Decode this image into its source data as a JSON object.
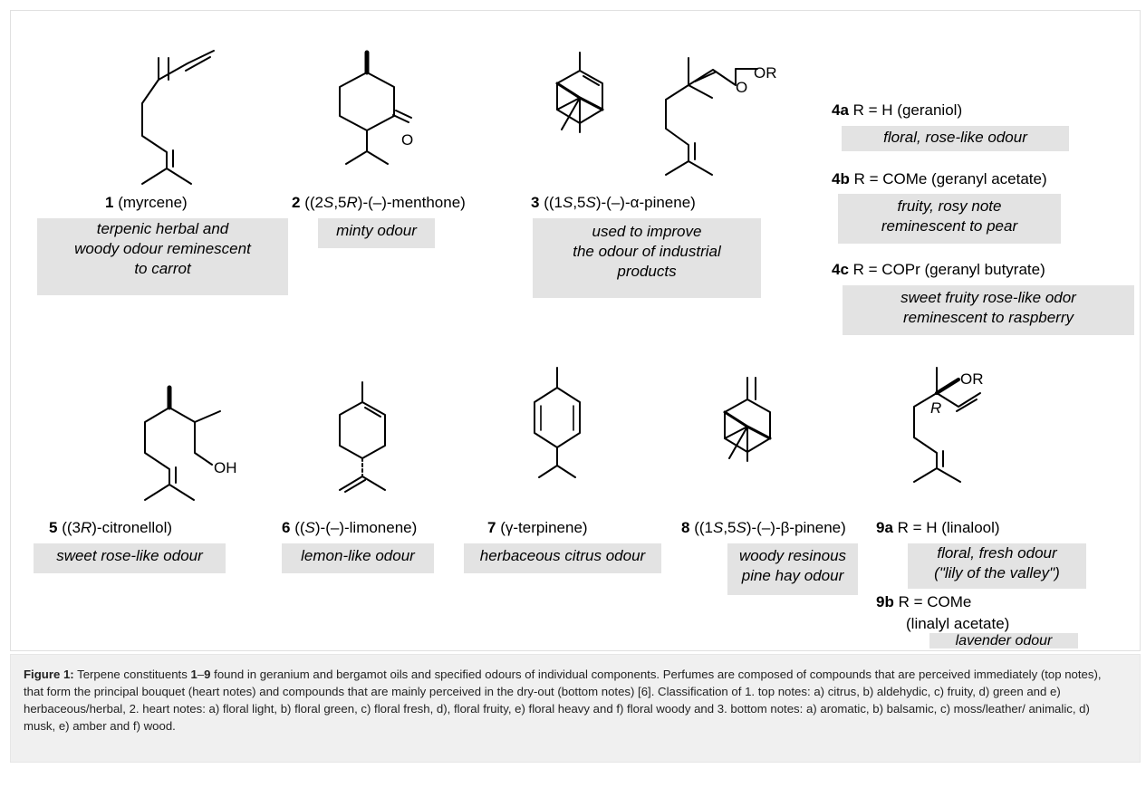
{
  "compounds": {
    "c1": {
      "num": "1",
      "name": "(myrcene)",
      "odour": [
        "terpenic herbal and",
        "woody odour reminescent",
        "to carrot"
      ]
    },
    "c2": {
      "num": "2",
      "name_pre": "((2",
      "s1": "S",
      "mid": ",5",
      "s2": "R",
      "name_post": ")-(–)-menthone)",
      "odour": [
        "minty odour"
      ]
    },
    "c3": {
      "num": "3",
      "name_pre": "((1",
      "s1": "S",
      "mid": ",5",
      "s2": "S",
      "name_post": ")-(–)-α-pinene)",
      "odour": [
        "used to improve",
        "the odour of industrial",
        "products"
      ]
    },
    "c4a": {
      "num": "4a",
      "name": " R = H (geraniol)",
      "odour": [
        "floral, rose-like odour"
      ]
    },
    "c4b": {
      "num": "4b",
      "name": " R = COMe (geranyl acetate)",
      "odour": [
        "fruity, rosy note",
        "reminescent to pear"
      ]
    },
    "c4c": {
      "num": "4c",
      "name": " R = COPr (geranyl butyrate)",
      "odour": [
        "sweet fruity rose-like odor",
        "reminescent to raspberry"
      ]
    },
    "c5": {
      "num": "5",
      "name_pre": "((3",
      "s1": "R",
      "name_post": ")-citronellol)",
      "odour": [
        "sweet rose-like odour"
      ]
    },
    "c6": {
      "num": "6",
      "name_pre": "((",
      "s1": "S",
      "name_post": ")-(–)-limonene)",
      "odour": [
        "lemon-like odour"
      ]
    },
    "c7": {
      "num": "7",
      "name": "(γ-terpinene)",
      "odour": [
        "herbaceous citrus odour"
      ]
    },
    "c8": {
      "num": "8",
      "name_pre": "((1",
      "s1": "S",
      "mid": ",5",
      "s2": "S",
      "name_post": ")-(–)-β-pinene)",
      "odour": [
        "woody resinous",
        "pine hay odour"
      ]
    },
    "c9a": {
      "num": "9a",
      "name": " R = H (linalool)",
      "odour": [
        "floral, fresh odour",
        "(\"lily of the valley\")"
      ]
    },
    "c9b": {
      "num": "9b",
      "name": " R = COMe",
      "name2": "(linalyl acetate)",
      "odour": [
        "lavender odour"
      ]
    }
  },
  "atoms": {
    "or": "OR",
    "o": "O",
    "oh": "OH",
    "r": "R"
  },
  "caption": {
    "label": "Figure 1:",
    "t1": " Terpene constituents ",
    "b1": "1",
    "dash": "–",
    "b2": "9",
    "t2": " found in geranium and bergamot oils and specified odours of individual components. Perfumes are composed of compounds that are perceived immediately (top notes), that form the principal bouquet (heart notes) and compounds that are mainly perceived in the dry-out (bottom notes) [6]. Classification of 1. top notes: a) citrus, b) aldehydic, c) fruity, d) green and e) herbaceous/herbal, 2. heart notes: a) floral light, b) floral green, c) floral fresh, d), floral fruity, e) floral heavy and f) floral woody and 3. bottom notes: a) aromatic, b) balsamic, c) moss/leather/ animalic, d) musk, e) amber and f) wood."
  }
}
